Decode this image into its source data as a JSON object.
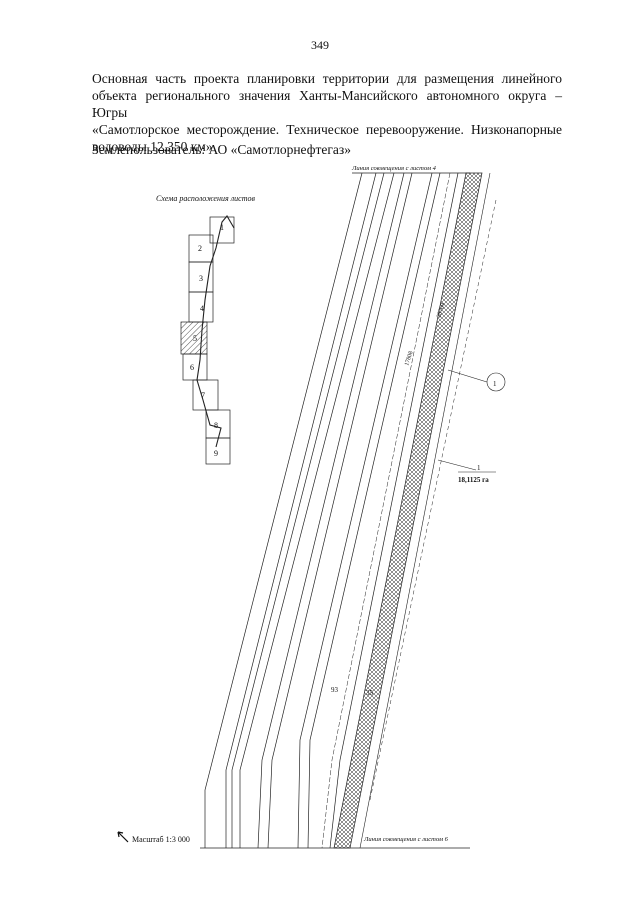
{
  "page_number": "349",
  "header": {
    "lines": [
      "Основная часть проекта планировки территории для размещения линейного",
      "объекта регионального значения Ханты-Мансийского автономного округа – Югры",
      "«Самотлорское месторождение. Техническое перевооружение. Низконапорные",
      "водоводы 12,350 км»"
    ],
    "owner": "Землепользователь: АО «Самотлорнефтегаз»"
  },
  "scheme": {
    "title": "Схема расположения листов",
    "sheets": [
      "1",
      "2",
      "3",
      "4",
      "5",
      "6",
      "7",
      "8",
      "9"
    ],
    "current_sheet": "5"
  },
  "drawing": {
    "label_top": "Линия совмещения с листом 4",
    "label_bottom": "Линия совмещения с листом 6",
    "callout": "1",
    "area_number": "1",
    "area_value": "18,1125 га",
    "point_a": "93",
    "point_b": "35",
    "road_label": "17808",
    "parcel_label": "28769"
  },
  "scale": "Масштаб 1:3 000",
  "colors": {
    "ink": "#111111",
    "paper": "#ffffff"
  }
}
